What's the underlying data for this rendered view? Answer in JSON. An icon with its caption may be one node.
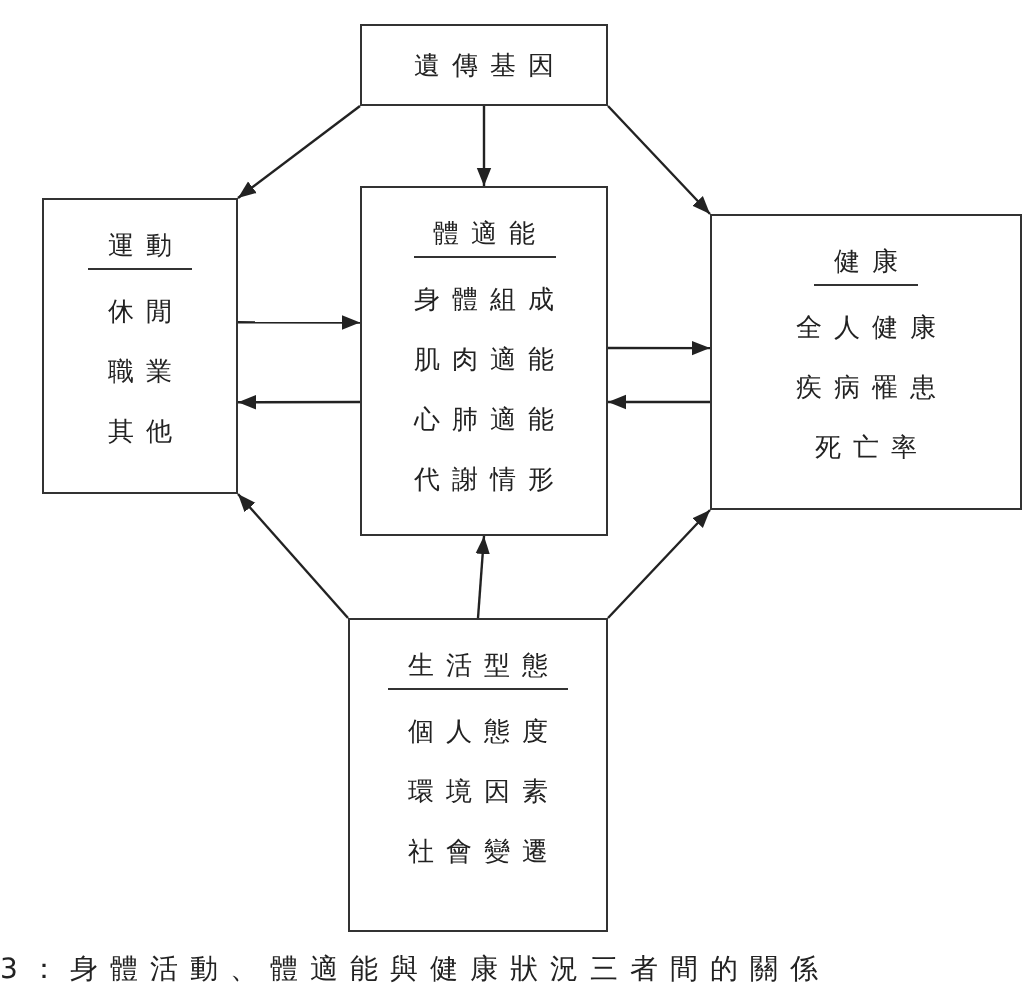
{
  "diagram": {
    "caption": "3：身體活動、體適能與健康狀況三者間的關係",
    "nodes": [
      {
        "text": [
          "遺傳基因"
        ]
      },
      {
        "text": [
          "運動",
          "休閒",
          "職業",
          "其他"
        ]
      },
      {
        "text": [
          "體適能",
          "身體組成",
          "肌肉適能",
          "心肺適能",
          "代謝情形"
        ]
      },
      {
        "text": [
          "健康",
          "全人健康",
          "疾病罹患",
          "死亡率"
        ]
      },
      {
        "text": [
          "生活型態",
          "個人態度",
          "環境因素",
          "社會變遷"
        ]
      }
    ],
    "edges": [
      {
        "from": 0,
        "to": 1,
        "arrow": "to"
      },
      {
        "from": 0,
        "to": 2,
        "arrow": "to"
      },
      {
        "from": 0,
        "to": 3,
        "arrow": "to"
      },
      {
        "from": 1,
        "to": 2,
        "arrow": "to"
      },
      {
        "from": 2,
        "to": 1,
        "arrow": "to"
      },
      {
        "from": 2,
        "to": 3,
        "arrow": "to"
      },
      {
        "from": 3,
        "to": 2,
        "arrow": "to"
      },
      {
        "from": 4,
        "to": 1,
        "arrow": "to"
      },
      {
        "from": 4,
        "to": 2,
        "arrow": "to"
      },
      {
        "from": 4,
        "to": 3,
        "arrow": "to"
      }
    ]
  }
}
